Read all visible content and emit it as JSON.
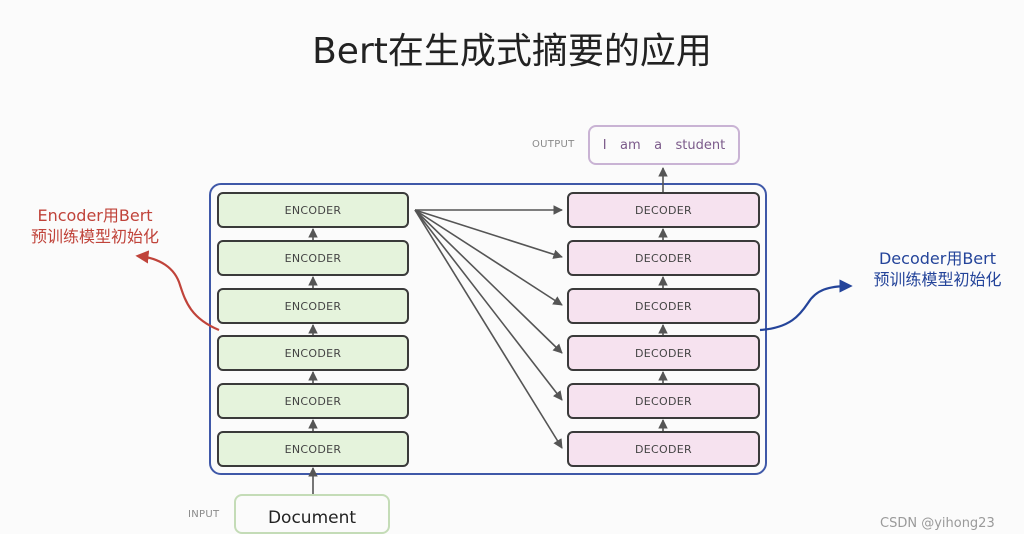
{
  "title": "Bert在生成式摘要的应用",
  "encoder_stack": [
    "ENCODER",
    "ENCODER",
    "ENCODER",
    "ENCODER",
    "ENCODER",
    "ENCODER"
  ],
  "decoder_stack": [
    "DECODER",
    "DECODER",
    "DECODER",
    "DECODER",
    "DECODER",
    "DECODER"
  ],
  "output": {
    "label": "OUTPUT",
    "tokens": [
      "I",
      "am",
      "a",
      "student"
    ]
  },
  "input": {
    "label": "INPUT",
    "text": "Document"
  },
  "left_note": {
    "line1": "Encoder用Bert",
    "line2": "预训练模型初始化"
  },
  "right_note": {
    "line1": "Decoder用Bert",
    "line2": "预训练模型初始化"
  },
  "watermark": "CSDN @yihong23",
  "colors": {
    "encoder_fill": "#e5f3dc",
    "decoder_fill": "#f6e2ef",
    "frame": "#3f58a8",
    "left_note": "#c0433a",
    "right_note": "#24449a"
  }
}
